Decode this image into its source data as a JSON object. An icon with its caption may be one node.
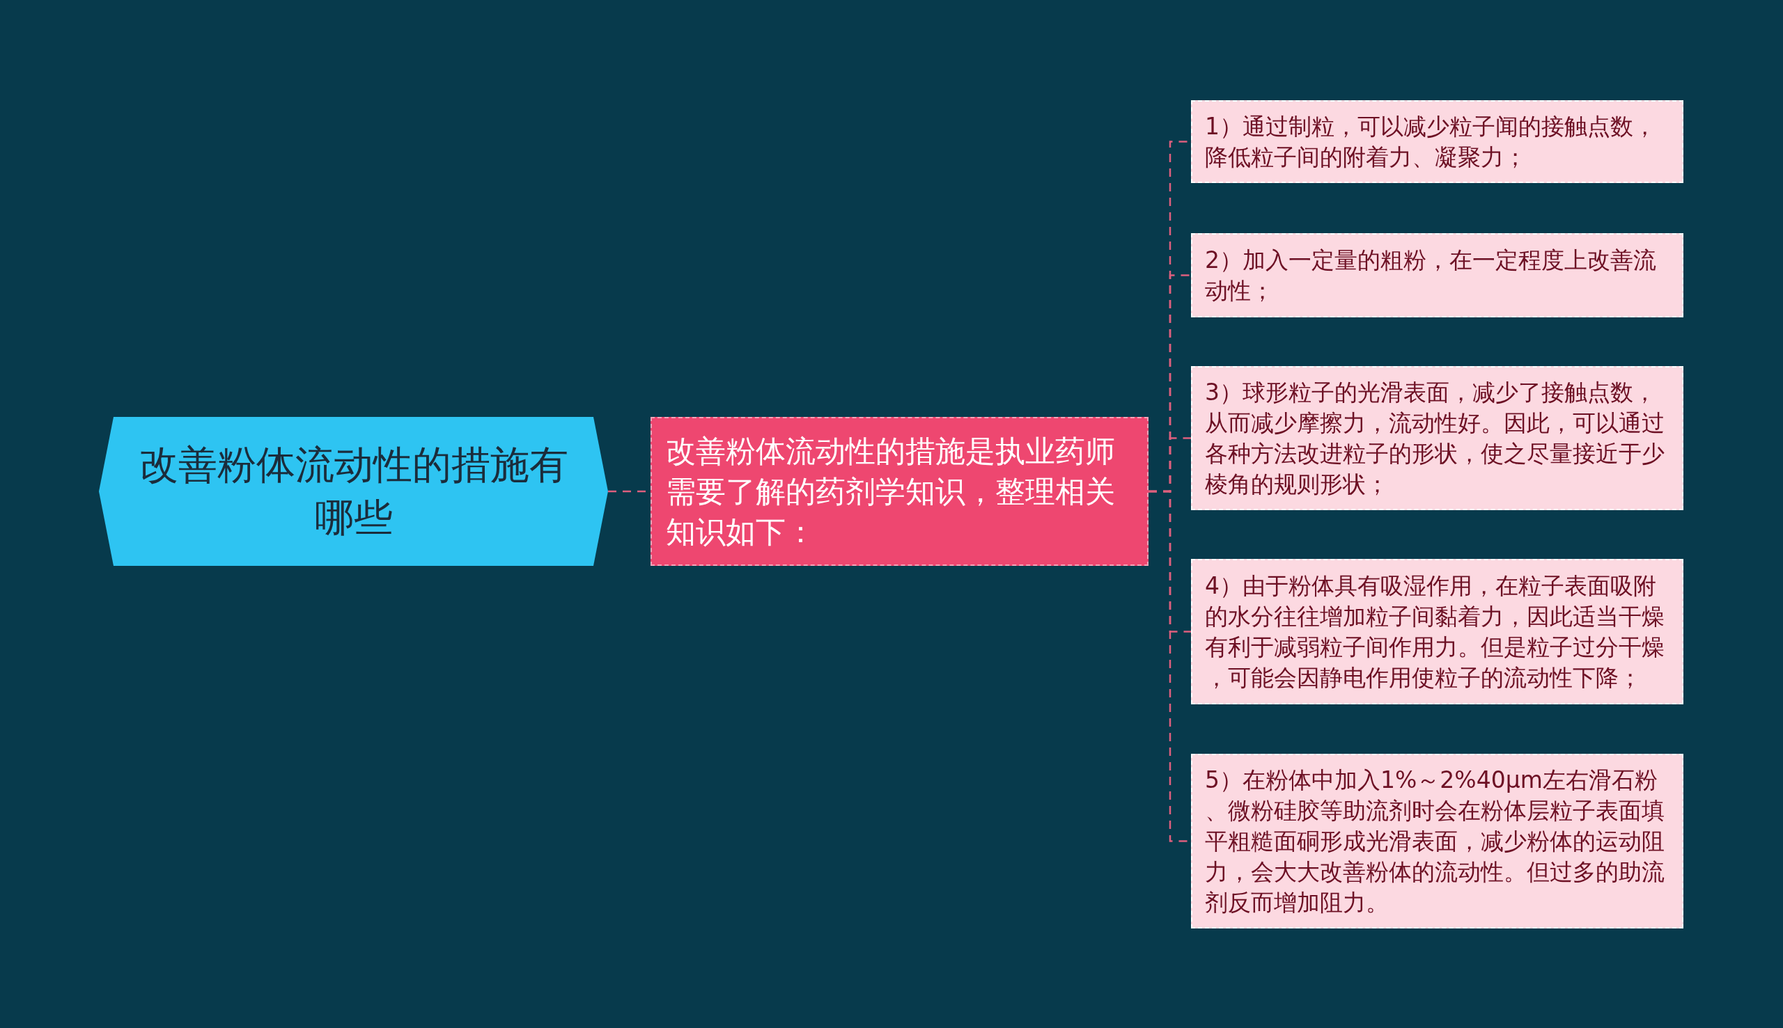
{
  "diagram": {
    "nodes": [
      {
        "text": [
          "改善粉体流动性的措施有哪些"
        ]
      },
      {
        "text": [
          "改善粉体流动性的措施是执业药师需要了解的药剂学知识，整理相关知识如下："
        ]
      },
      {
        "text": [
          "1）通过制粒，可以减少粒子闻的接触点数，降低粒子间的附着力、凝聚力；"
        ]
      },
      {
        "text": [
          "2）加入一定量的粗粉，在一定程度上改善流动性；"
        ]
      },
      {
        "text": [
          "3）球形粒子的光滑表面，减少了接触点数，从而减少摩擦力，流动性好。因此，可以通过各种方法改进粒子的形状，使之尽量接近于少棱角的规则形状；"
        ]
      },
      {
        "text": [
          "4）由于粉体具有吸湿作用，在粒子表面吸附的水分往往增加粒子间黏着力，因此适当干燥有利于减弱粒子间作用力。但是粒子过分干燥，可能会因静电作用使粒子的流动性下降；"
        ]
      },
      {
        "text": [
          "5）在粉体中加入1%～2%40μm左右滑石粉、微粉硅胶等助流剂时会在粉体层粒子表面填平粗糙面硐形成光滑表面，减少粉体的运动阻力，会大大改善粉体的流动性。但过多的助流剂反而增加阻力。"
        ]
      }
    ],
    "edges": [
      {
        "from": 0,
        "to": 1,
        "arrow": "none",
        "style": "dashed"
      },
      {
        "from": 1,
        "to": 2,
        "arrow": "none",
        "style": "dashed"
      },
      {
        "from": 1,
        "to": 3,
        "arrow": "none",
        "style": "dashed"
      },
      {
        "from": 1,
        "to": 4,
        "arrow": "none",
        "style": "dashed"
      },
      {
        "from": 1,
        "to": 5,
        "arrow": "none",
        "style": "dashed"
      },
      {
        "from": 1,
        "to": 6,
        "arrow": "none",
        "style": "dashed"
      }
    ]
  }
}
